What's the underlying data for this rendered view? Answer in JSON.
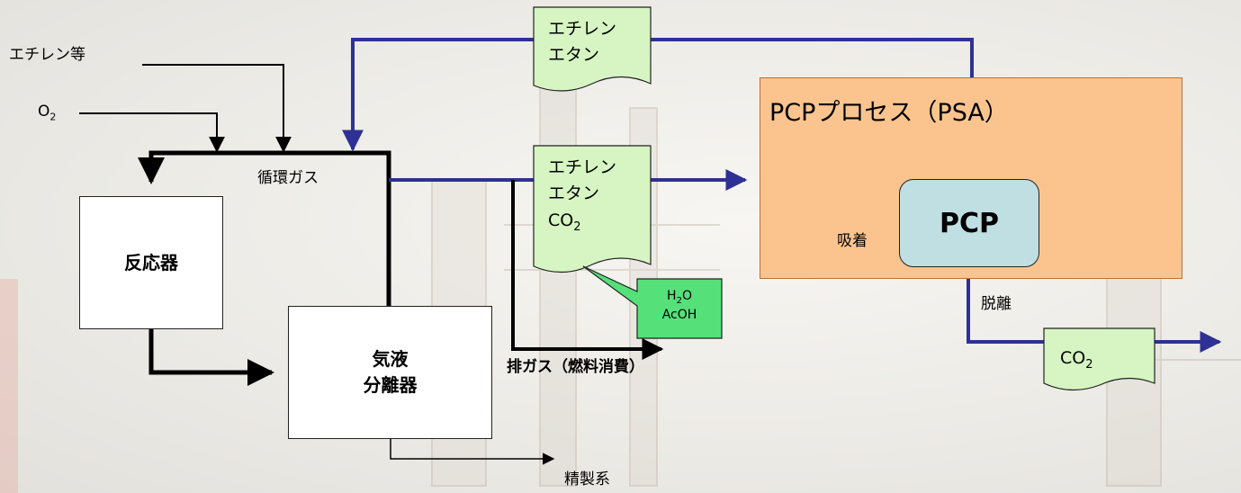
{
  "inputs": {
    "ethylene_etc": "エチレン等",
    "o2_main": "O",
    "o2_sub": "2"
  },
  "labels": {
    "recycle_gas": "循環ガス",
    "exhaust": "排ガス（燃料消費）",
    "purification": "精製系",
    "adsorption": "吸着",
    "desorption": "脱離"
  },
  "blocks": {
    "reactor": "反応器",
    "separator_line1": "気液",
    "separator_line2": "分離器",
    "pcp_process": "PCPプロセス（PSA）",
    "pcp": "PCP"
  },
  "streams": {
    "top": {
      "line1": "エチレン",
      "line2": "エタン"
    },
    "mid": {
      "line1": "エチレン",
      "line2": "エタン",
      "line3_main": "CO",
      "line3_sub": "2"
    },
    "callout": {
      "line1_a": "H",
      "line1_sub": "2",
      "line1_b": "O",
      "line2": "AcOH"
    },
    "product": {
      "main": "CO",
      "sub": "2"
    }
  },
  "colors": {
    "flow_blue": "#2e3193",
    "document_green": "#d6f5c2",
    "callout_green": "#55e07a",
    "pcp_orange": "#fbc48e",
    "pcp_inner": "#bfdfe3"
  }
}
